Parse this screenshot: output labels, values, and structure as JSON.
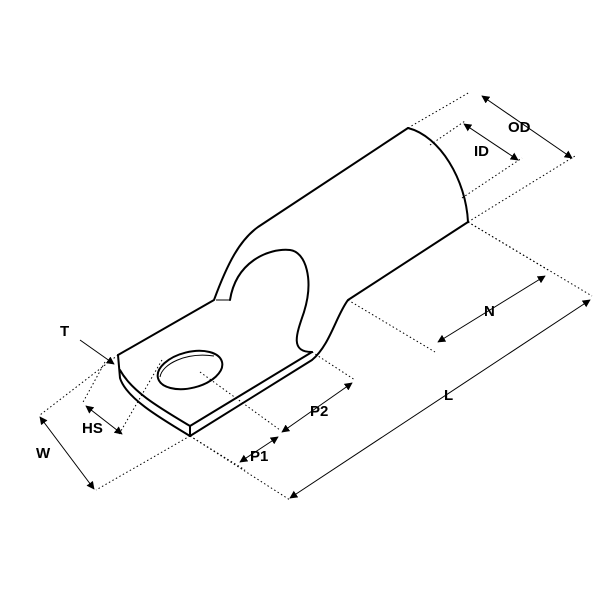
{
  "labels": {
    "od": "OD",
    "id": "ID",
    "n": "N",
    "l": "L",
    "t": "T",
    "hs": "HS",
    "w": "W",
    "p1": "P1",
    "p2": "P2"
  }
}
